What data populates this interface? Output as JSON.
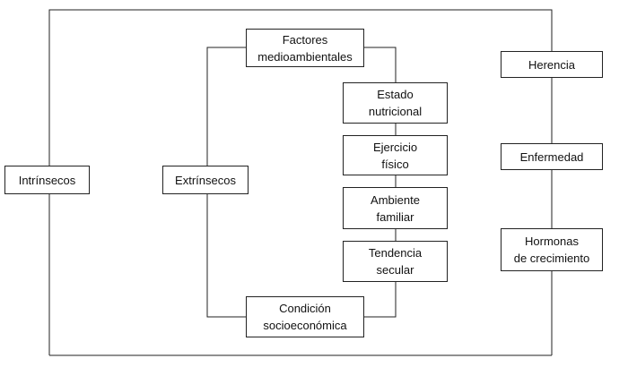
{
  "diagram": {
    "nodes": {
      "intrinsecos": "Intrínsecos",
      "extrinsecos": "Extrínsecos",
      "factores_medioambientales": [
        "Factores",
        "medioambientales"
      ],
      "estado_nutricional": [
        "Estado",
        "nutricional"
      ],
      "ejercicio_fisico": [
        "Ejercicio",
        "físico"
      ],
      "ambiente_familiar": [
        "Ambiente",
        "familiar"
      ],
      "tendencia_secular": [
        "Tendencia",
        "secular"
      ],
      "condicion_socioeconomica": [
        "Condición",
        "socioeconómica"
      ],
      "herencia": "Herencia",
      "enfermedad": "Enfermedad",
      "hormonas_crecimiento": [
        "Hormonas",
        "de crecimiento"
      ]
    },
    "line_color": "#222222"
  }
}
